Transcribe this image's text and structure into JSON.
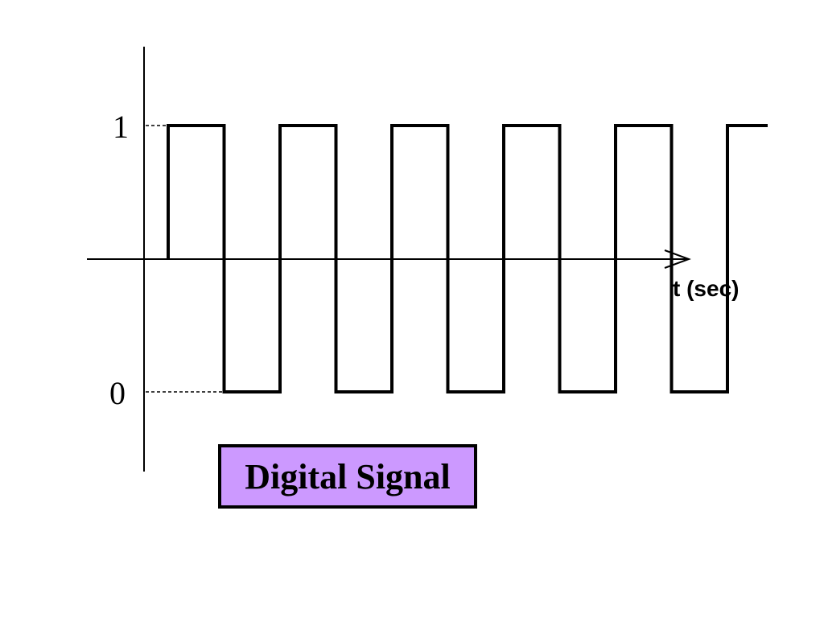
{
  "diagram": {
    "y_high_label": "1",
    "y_low_label": "0",
    "x_axis_label": "t (sec)",
    "caption": "Digital Signal",
    "caption_background": "#cc99ff",
    "line_color": "#000000",
    "signal_levels": [
      1,
      0,
      1,
      0,
      1,
      0,
      1,
      0,
      1,
      0,
      1
    ]
  }
}
